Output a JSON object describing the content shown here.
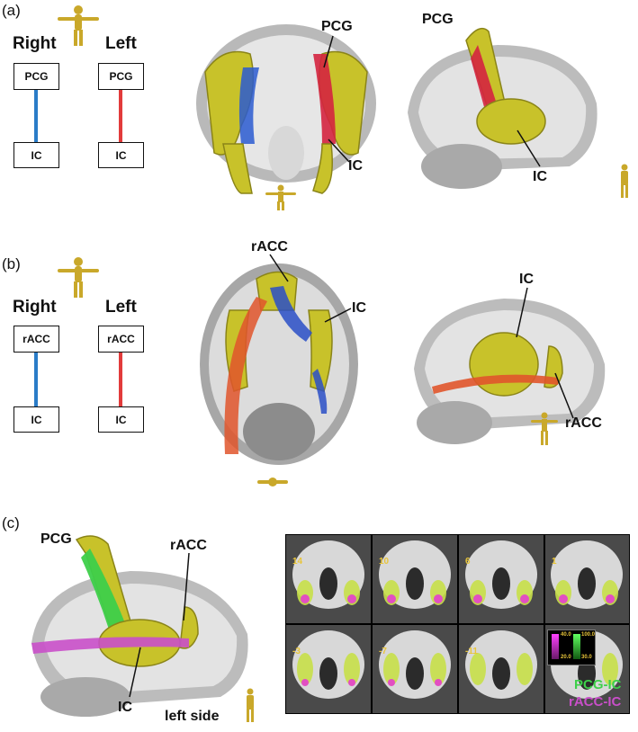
{
  "panels": {
    "a": {
      "label": "(a)",
      "right_label": "Right",
      "left_label": "Left",
      "box_top_right": "PCG",
      "box_top_left": "PCG",
      "box_bottom_right": "IC",
      "box_bottom_left": "IC",
      "callout_pcg_coronal": "PCG",
      "callout_ic_coronal": "IC",
      "callout_pcg_sagittal": "PCG",
      "callout_ic_sagittal": "IC"
    },
    "b": {
      "label": "(b)",
      "right_label": "Right",
      "left_label": "Left",
      "box_top_right": "rACC",
      "box_top_left": "rACC",
      "box_bottom_right": "IC",
      "box_bottom_left": "IC",
      "callout_racc_axial": "rACC",
      "callout_ic_axial": "IC",
      "callout_ic_sagittal": "IC",
      "callout_racc_sagittal": "rACC"
    },
    "c": {
      "label": "(c)",
      "callout_pcg": "PCG",
      "callout_racc": "rACC",
      "callout_ic": "IC",
      "side_caption": "left side",
      "slices_row1": [
        "14",
        "10",
        "6",
        "1"
      ],
      "slices_row2": [
        "-3",
        "-7",
        "-11",
        ""
      ],
      "colorbar_magenta": {
        "max": "40.0",
        "min": "20.0"
      },
      "colorbar_green": {
        "max": "100.0",
        "min": "30.0"
      },
      "legend_pcg_ic": "PCG-IC",
      "legend_racc_ic": "rACC-IC"
    }
  },
  "colors": {
    "right_tract": "#2a7cc7",
    "left_tract": "#e23b3b",
    "region": "#c8c22a",
    "pcg_ic": "#3ecf4a",
    "racc_ic": "#c94fc9",
    "axial_left_tract": "#e0552b"
  }
}
